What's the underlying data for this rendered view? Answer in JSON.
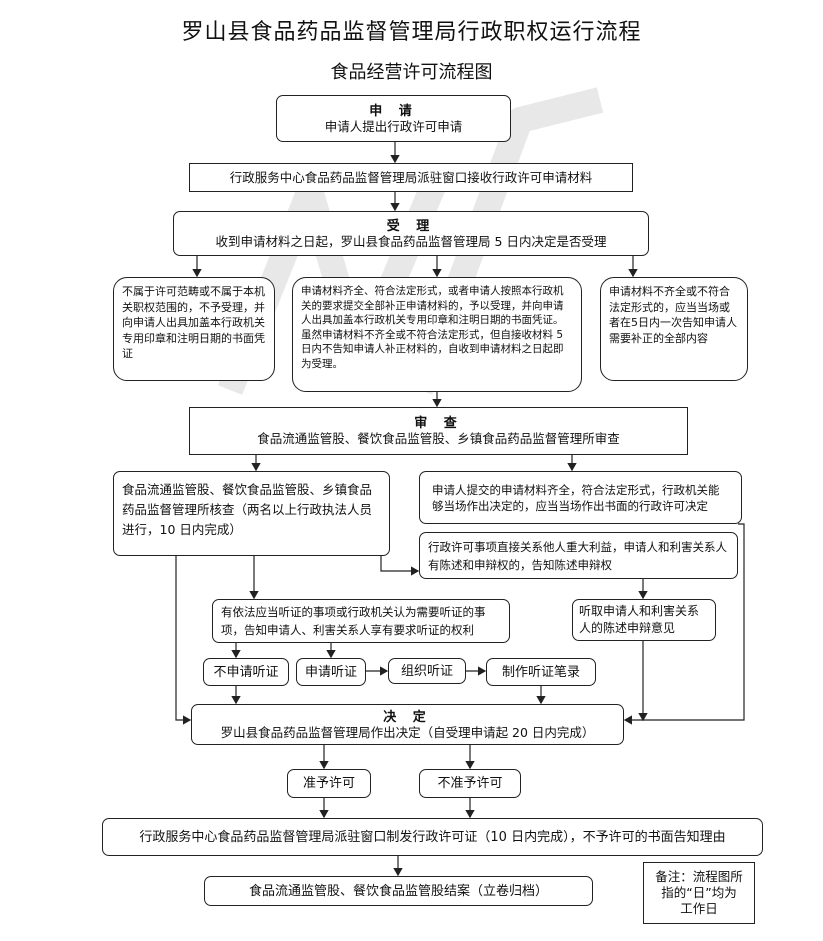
{
  "title": "罗山县食品药品监督管理局行政职权运行流程",
  "subtitle": "食品经营许可流程图",
  "nodes": {
    "apply": {
      "heading": "申 请",
      "text": "申请人提出行政许可申请"
    },
    "receive": {
      "text": "行政服务中心食品药品监督管理局派驻窗口接收行政许可申请材料"
    },
    "accept": {
      "heading": "受 理",
      "text": "收到申请材料之日起，罗山县食品药品监督管理局 5 日内决定是否受理"
    },
    "not_in_scope": {
      "text": "不属于许可范畴或不属于本机关职权范围的，不予受理，并向申请人出具加盖本行政机关专用印章和注明日期的书面凭证"
    },
    "complete": {
      "text": "申请材料齐全、符合法定形式，或者申请人按照本行政机关的要求提交全部补正申请材料的，予以受理，并向申请人出具加盖本行政机关专用印章和注明日期的书面凭证。虽然申请材料不齐全或不符合法定形式，但自接收材料 5 日内不告知申请人补正材料的，自收到申请材料之日起即为受理。"
    },
    "incomplete": {
      "text": "申请材料不齐全或不符合法定形式的，应当当场或者在5日内一次告知申请人需要补正的全部内容"
    },
    "review": {
      "heading": "审 查",
      "text": "食品流通监管股、餐饮食品监管股、乡镇食品药品监督管理所审查"
    },
    "verify": {
      "text": "食品流通监管股、餐饮食品监管股、乡镇食品药品监督管理所核查（两名以上行政执法人员进行，10 日内完成）"
    },
    "on_spot": {
      "text": "申请人提交的申请材料齐全，符合法定形式，行政机关能够当场作出决定的，应当当场作出书面的行政许可决定"
    },
    "major_interest": {
      "text": "行政许可事项直接关系他人重大利益，申请人和利害关系人有陈述和申辩权的，告知陈述申辩权"
    },
    "hearing_notice": {
      "text": "有依法应当听证的事项或行政机关认为需要听证的事项，告知申请人、利害关系人享有要求听证的权利"
    },
    "listen": {
      "text": "听取申请人和利害关系人的陈述申辩意见"
    },
    "no_hearing": {
      "text": "不申请听证"
    },
    "request_hearing": {
      "text": "申请听证"
    },
    "organize_hearing": {
      "text": "组织听证"
    },
    "hearing_record": {
      "text": "制作听证笔录"
    },
    "decision": {
      "heading": "决 定",
      "text": "罗山县食品药品监督管理局作出决定（自受理申请起 20 日内完成）"
    },
    "approve": {
      "text": "准予许可"
    },
    "deny": {
      "text": "不准予许可"
    },
    "issue": {
      "text": "行政服务中心食品药品监督管理局派驻窗口制发行政许可证（10 日内完成），不予许可的书面告知理由"
    },
    "archive": {
      "text": "食品流通监管股、餐饮食品监管股结案（立卷归档）"
    }
  },
  "note": [
    "备注：流程图所",
    "指的“日”均为",
    "工作日"
  ],
  "watermark_color": "#e6e6e6"
}
